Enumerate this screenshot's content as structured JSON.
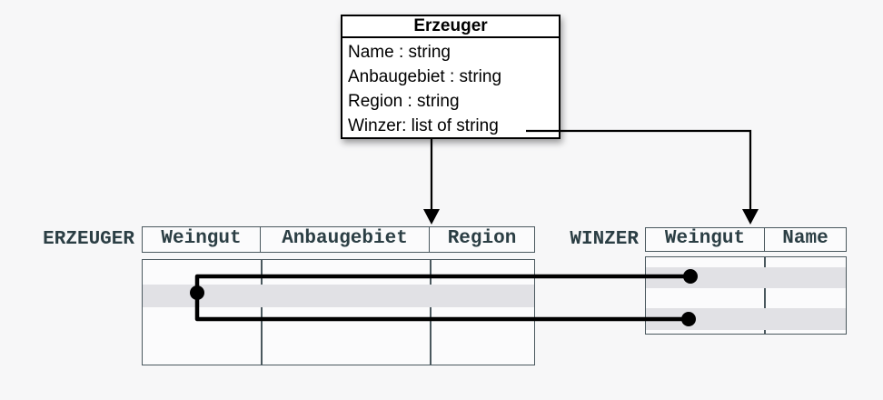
{
  "class_box": {
    "title": "Erzeuger",
    "attributes": [
      "Name : string",
      "Anbaugebiet : string",
      "Region : string",
      "Winzer: list of string"
    ]
  },
  "tables": [
    {
      "name": "ERZEUGER",
      "columns": [
        "Weingut",
        "Anbaugebiet",
        "Region"
      ]
    },
    {
      "name": "WINZER",
      "columns": [
        "Weingut",
        "Name"
      ]
    }
  ],
  "connectors": [
    {
      "name": "class-to-erzeuger-table-arrow"
    },
    {
      "name": "winzer-attribute-to-winzer-table-arrow"
    },
    {
      "name": "erzeuger-row-to-winzer-rows-link",
      "dot_count": 3
    }
  ],
  "colors": {
    "background": "#f7f7f8",
    "table_border": "#4a585e",
    "table_text": "#2b3e44",
    "row_stripe": "#e1e1e5",
    "class_border": "#000000",
    "link": "#000000"
  }
}
